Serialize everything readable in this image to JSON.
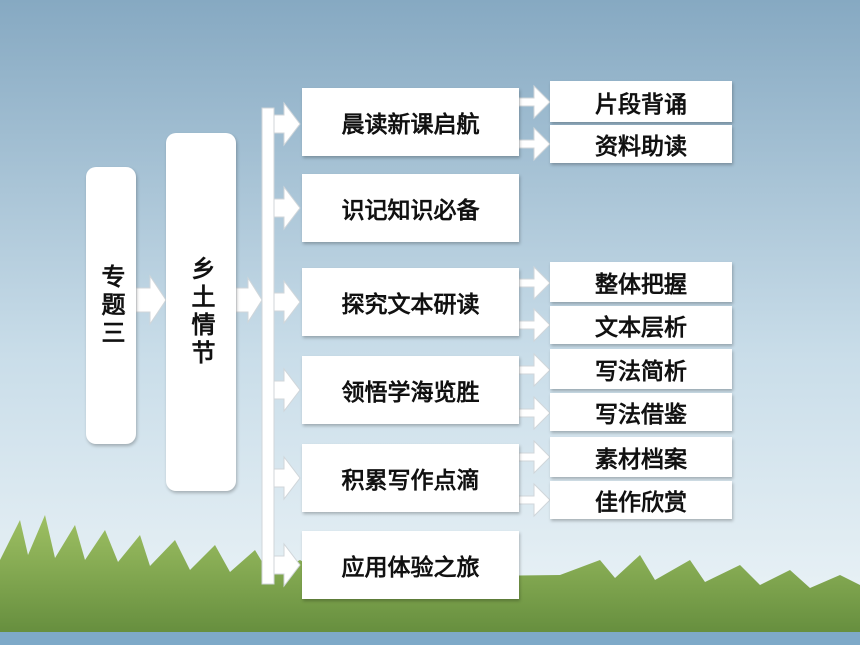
{
  "diagram": {
    "root": "专题三",
    "topic": "乡土情节",
    "sections": [
      {
        "label": "晨读新课启航",
        "subs": [
          "片段背诵",
          "资料助读"
        ]
      },
      {
        "label": "识记知识必备",
        "subs": []
      },
      {
        "label": "探究文本研读",
        "subs": [
          "整体把握",
          "文本层析"
        ]
      },
      {
        "label": "领悟学海览胜",
        "subs": [
          "写法简析",
          "写法借鉴"
        ]
      },
      {
        "label": "积累写作点滴",
        "subs": [
          "素材档案",
          "佳作欣赏"
        ]
      },
      {
        "label": "应用体验之旅",
        "subs": []
      }
    ]
  },
  "colors": {
    "sky_top": "#8fb0c8",
    "sky_bottom": "#e8f1f6",
    "grass": "#6f9a2e",
    "bottom_bar": "#7ea9c8"
  }
}
